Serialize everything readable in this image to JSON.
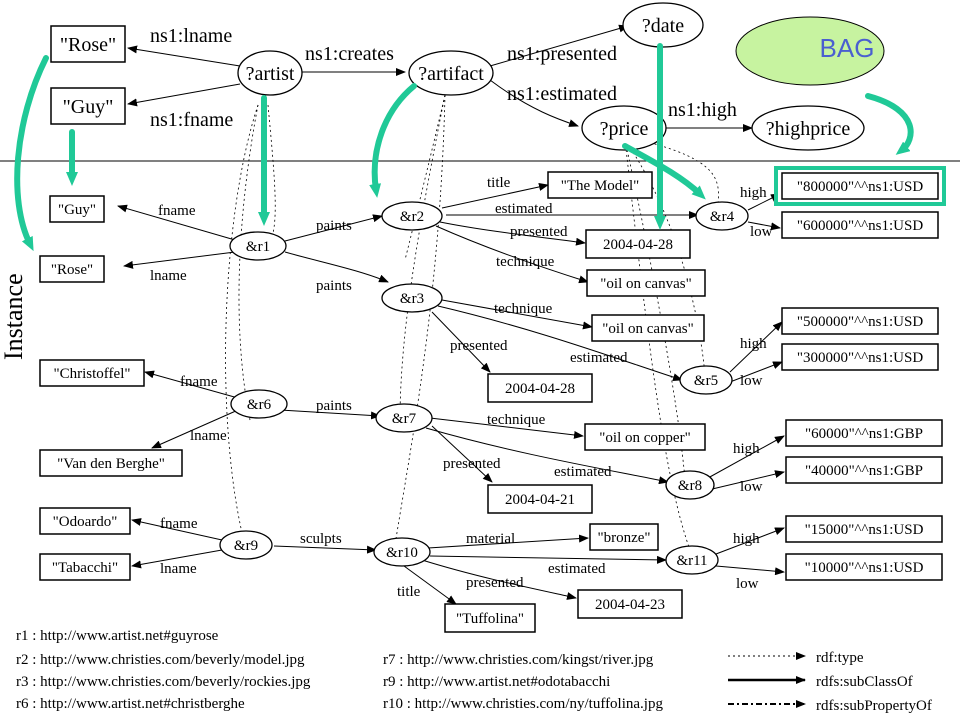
{
  "schema": {
    "nodes": {
      "rose": "\"Rose\"",
      "guy": "\"Guy\"",
      "artist": "?artist",
      "artifact": "?artifact",
      "date": "?date",
      "price": "?price",
      "highprice": "?highprice",
      "bag": "BAG"
    },
    "edges": {
      "lname": "ns1:lname",
      "fname": "ns1:fname",
      "creates": "ns1:creates",
      "presented": "ns1:presented",
      "estimated": "ns1:estimated",
      "high": "ns1:high"
    }
  },
  "instance_label": "Instance",
  "instance": {
    "literals": {
      "guy": "\"Guy\"",
      "rose": "\"Rose\"",
      "christoffel": "\"Christoffel\"",
      "vandenberghe": "\"Van den Berghe\"",
      "odoardo": "\"Odoardo\"",
      "tabacchi": "\"Tabacchi\"",
      "themodel": "\"The Model\"",
      "date1": "2004-04-28",
      "oil1": "\"oil on canvas\"",
      "oil2": "\"oil on canvas\"",
      "date2": "2004-04-28",
      "copper": "\"oil on copper\"",
      "date3": "2004-04-21",
      "bronze": "\"bronze\"",
      "tuffolina": "\"Tuffolina\"",
      "date4": "2004-04-23",
      "usd800": "\"800000\"^^ns1:USD",
      "usd600": "\"600000\"^^ns1:USD",
      "usd500": "\"500000\"^^ns1:USD",
      "usd300": "\"300000\"^^ns1:USD",
      "gbp60": "\"60000\"^^ns1:GBP",
      "gbp40": "\"40000\"^^ns1:GBP",
      "usd15": "\"15000\"^^ns1:USD",
      "usd10": "\"10000\"^^ns1:USD"
    },
    "resources": {
      "r1": "&r1",
      "r2": "&r2",
      "r3": "&r3",
      "r4": "&r4",
      "r5": "&r5",
      "r6": "&r6",
      "r7": "&r7",
      "r8": "&r8",
      "r9": "&r9",
      "r10": "&r10",
      "r11": "&r11"
    },
    "edge_labels": {
      "fname": "fname",
      "lname": "lname",
      "paints": "paints",
      "sculpts": "sculpts",
      "title": "title",
      "estimated": "estimated",
      "presented": "presented",
      "technique": "technique",
      "material": "material",
      "high": "high",
      "low": "low"
    }
  },
  "legend": {
    "refs_left": [
      "r1 : http://www.artist.net#guyrose",
      "r2 : http://www.christies.com/beverly/model.jpg",
      "r3 : http://www.christies.com/beverly/rockies.jpg",
      "r6 : http://www.artist.net#christberghe"
    ],
    "refs_right": [
      "r7 : http://www.christies.com/kingst/river.jpg",
      "r9 : http://www.artist.net#odotabacchi",
      "r10 : http://www.christies.com/ny/tuffolina.jpg"
    ],
    "keys": [
      "rdf:type",
      "rdfs:subClassOf",
      "rdfs:subPropertyOf"
    ]
  }
}
